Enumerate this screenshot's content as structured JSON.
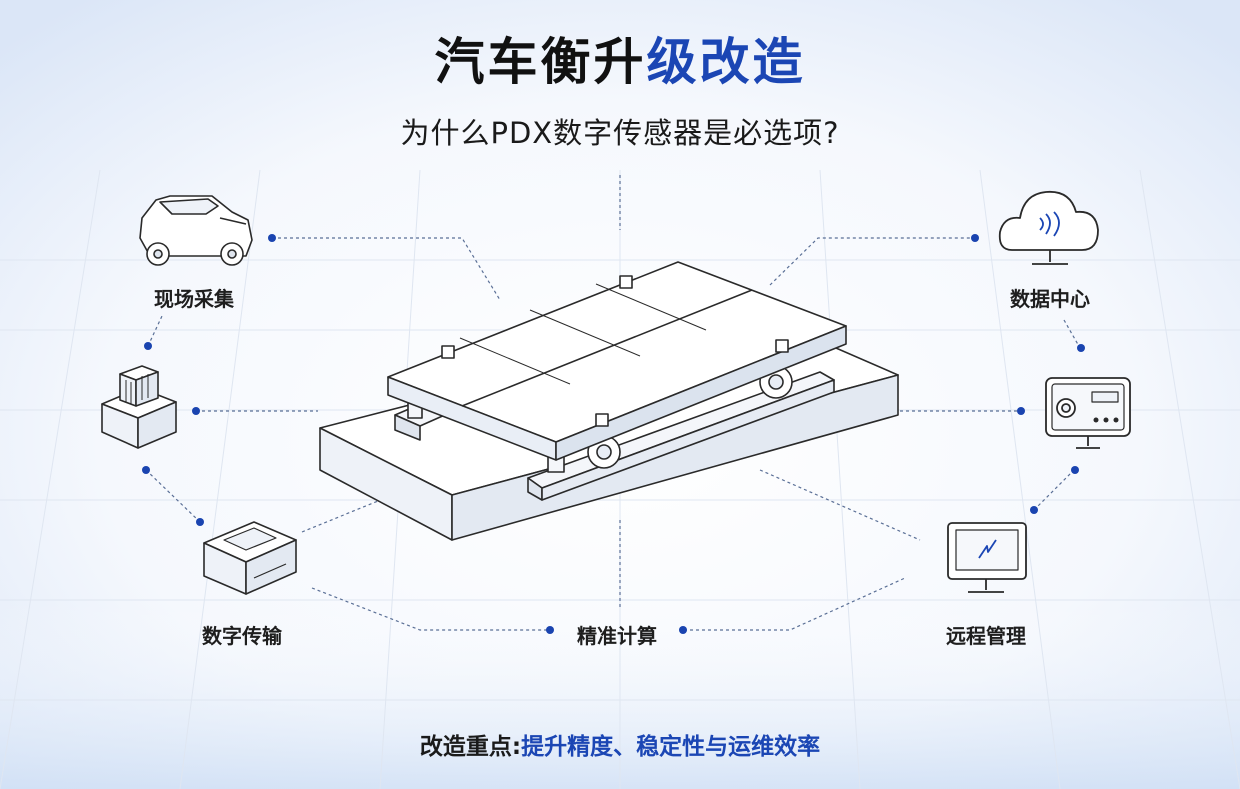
{
  "title": {
    "main": "汽车衡升",
    "accent": "级改造"
  },
  "subtitle": "为什么PDX数字传感器是必选项?",
  "nodes": {
    "field_collection": "现场采集",
    "digital_transmission": "数字传输",
    "precise_computing": "精准计算",
    "data_center": "数据中心",
    "remote_management": "远程管理"
  },
  "footer": {
    "prefix": "改造重点:",
    "highlight": "提升精度、稳定性与运维效率"
  },
  "colors": {
    "accent": "#1b46b4",
    "dot": "#1a44b0",
    "line": "#5a6f96",
    "icon_stroke": "#2a2a2a"
  },
  "icons": [
    "car-icon",
    "sensor-box-icon",
    "transmitter-device-icon",
    "cloud-server-icon",
    "control-panel-icon",
    "monitor-icon",
    "weighbridge-platform-illustration"
  ]
}
